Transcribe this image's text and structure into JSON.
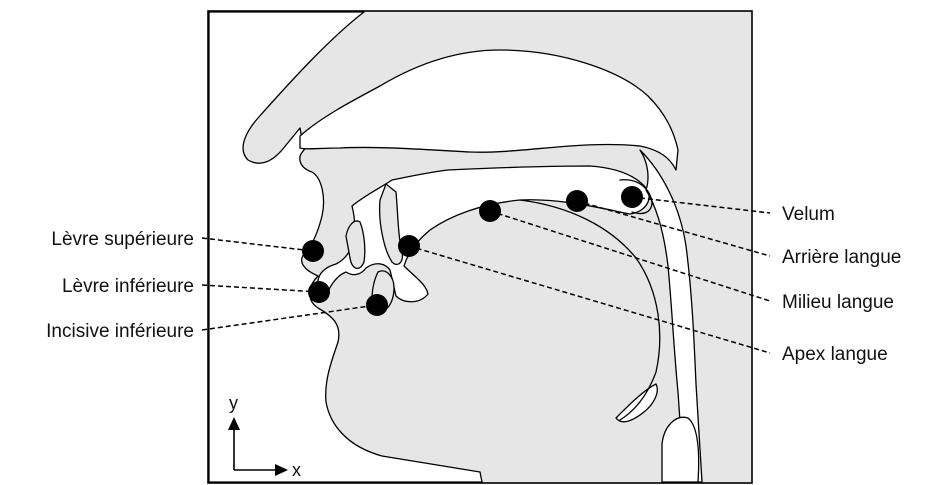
{
  "labels": {
    "velum": "Velum",
    "arriere_langue": "Arrière langue",
    "milieu_langue": "Milieu langue",
    "apex_langue": "Apex langue",
    "levre_superieure": "Lèvre supérieure",
    "levre_inferieure": "Lèvre inférieure",
    "incisive_inferieure": "Incisive inférieure"
  },
  "axes": {
    "x": "x",
    "y": "y"
  },
  "colors": {
    "tissue": "#e6e6e6",
    "cavity": "#ffffff",
    "outline": "#000000",
    "marker": "#000000"
  }
}
